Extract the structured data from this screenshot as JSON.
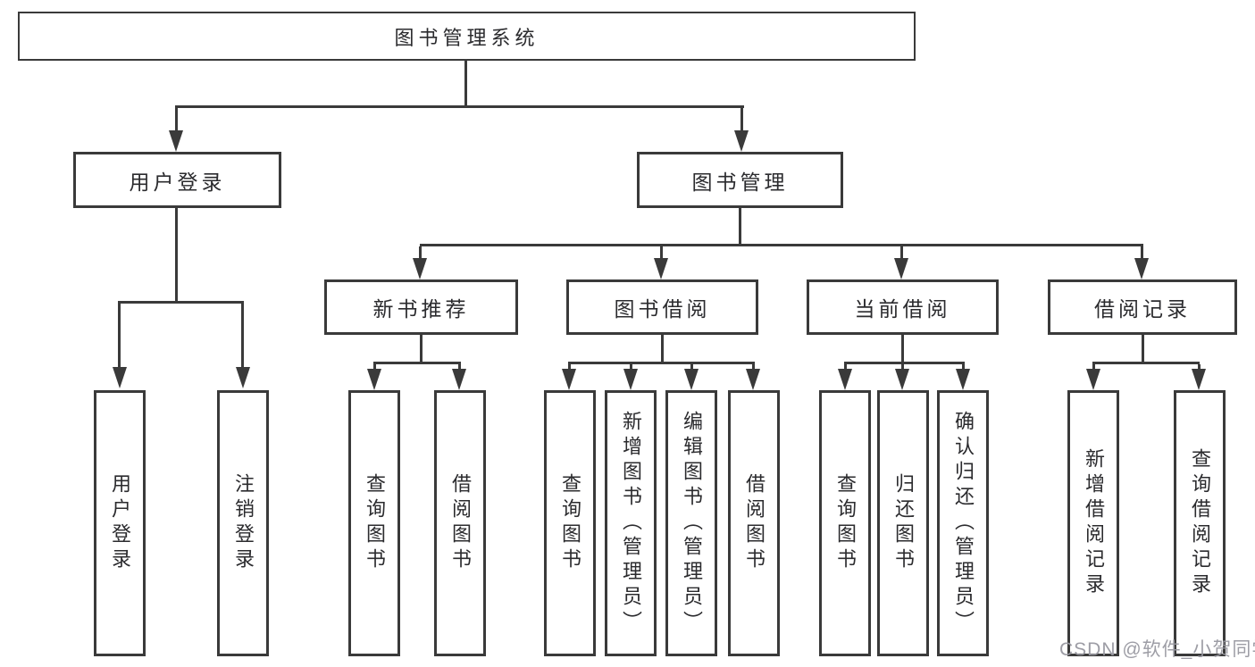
{
  "tree": {
    "label": "图书管理系统",
    "children": [
      {
        "label": "用户登录",
        "children": [
          {
            "label": "用户登录"
          },
          {
            "label": "注销登录"
          }
        ]
      },
      {
        "label": "图书管理",
        "children": [
          {
            "label": "新书推荐",
            "children": [
              {
                "label": "查询图书"
              },
              {
                "label": "借阅图书"
              }
            ]
          },
          {
            "label": "图书借阅",
            "children": [
              {
                "label": "查询图书"
              },
              {
                "label": "新增图书（管理员）"
              },
              {
                "label": "编辑图书（管理员）"
              },
              {
                "label": "借阅图书"
              }
            ]
          },
          {
            "label": "当前借阅",
            "children": [
              {
                "label": "查询图书"
              },
              {
                "label": "归还图书"
              },
              {
                "label": "确认归还（管理员）"
              }
            ]
          },
          {
            "label": "借阅记录",
            "children": [
              {
                "label": "新增借阅记录"
              },
              {
                "label": "查询借阅记录"
              }
            ]
          }
        ]
      }
    ]
  },
  "watermark": {
    "text": "CSDN @软件_小贺同学"
  },
  "colors": {
    "line": "#3a3a3a",
    "text": "#2b2b2e",
    "background": "#ffffff",
    "watermark": "#9898a0"
  }
}
